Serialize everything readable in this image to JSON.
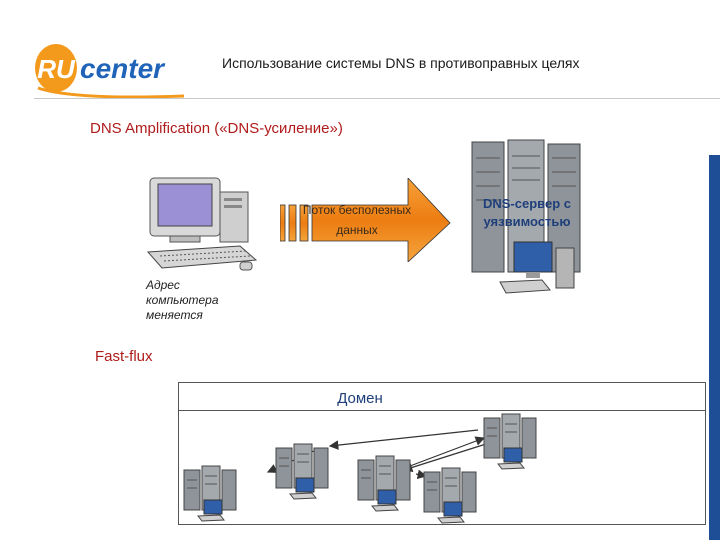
{
  "logo": {
    "brand_r": "RU",
    "brand_text": "center",
    "colors": {
      "orange": "#f39a1c",
      "blue": "#1f64b8"
    }
  },
  "header": {
    "title": "Использование системы DNS в противоправных целях"
  },
  "section_amplification": {
    "title": "DNS Amplification («DNS-усиление»)",
    "flow_label_line1": "Поток бесполезных",
    "flow_label_line2": "данных",
    "server_label_line1": "DNS-сервер  с",
    "server_label_line2": "уязвимостью",
    "address_label_line1": "Адрес",
    "address_label_line2": "компьютера",
    "address_label_line3": "меняется"
  },
  "section_fastflux": {
    "title": "Fast-flux",
    "domain_label": "Домен"
  },
  "colors": {
    "heading_red": "#b01b1b",
    "accent_blue": "#1e4f96",
    "arrow_orange": "#f08a1c"
  }
}
